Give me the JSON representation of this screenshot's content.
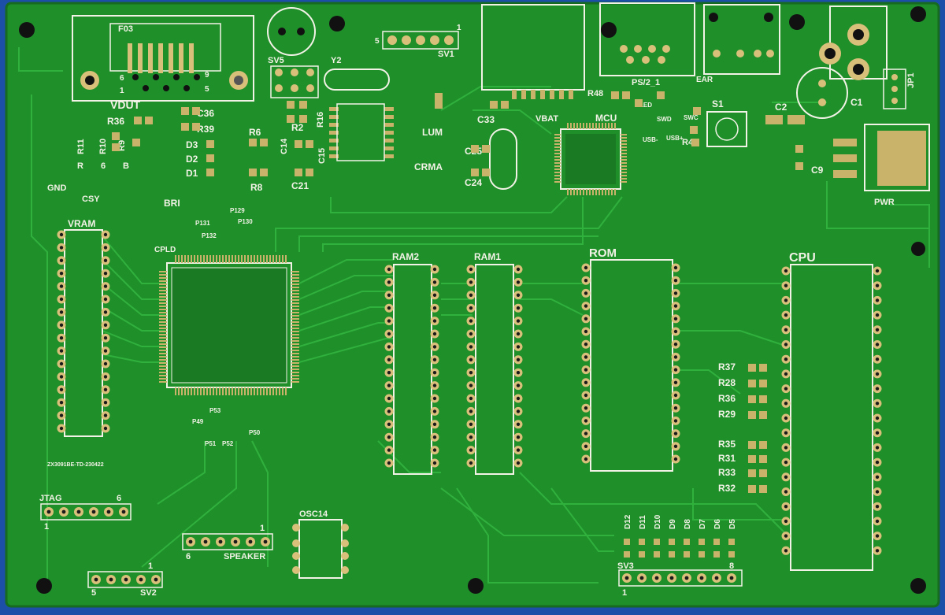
{
  "colors": {
    "background": "#1c4fa8",
    "board": "#1f8f2a",
    "board_dark": "#177222",
    "copper": "#2db33a",
    "silk": "#f2f2e6",
    "pad": "#d9c07a",
    "hole": "#1a1a1a",
    "smd": "#c9b26a"
  },
  "labels": {
    "vdout": "VDUT",
    "f03": "F03",
    "sv5": "SV5",
    "y2": "Y2",
    "sv1": "SV1",
    "sv1_pin5": "5",
    "sv1_pin1": "1",
    "ps2": "PS/2_1",
    "ear": "EAR",
    "r48": "R48",
    "vbat": "VBAT",
    "mcu": "MCU",
    "c33": "C33",
    "c25": "C25",
    "c24": "C24",
    "s1": "S1",
    "c2": "C2",
    "c1": "C1",
    "jp1": "JP1",
    "r47": "R47",
    "c9": "C9",
    "pwr": "PWR",
    "led": "LED",
    "swd": "SWD",
    "swc": "SWC",
    "usb_minus": "USB-",
    "usb_plus": "USB+",
    "r36_top": "R36",
    "c36": "C36",
    "r39": "R39",
    "r11": "R11",
    "r10": "R10",
    "r9": "R9",
    "r_lbl": "R",
    "six_lbl": "6",
    "b_lbl": "B",
    "gnd": "GND",
    "csy": "CSY",
    "bri": "BRI",
    "d3": "D3",
    "d2": "D2",
    "d1": "D1",
    "r6": "R6",
    "r8": "R8",
    "r2": "R2",
    "c14": "C14",
    "c15": "C15",
    "c21": "C21",
    "r16": "R16",
    "lum": "LUM",
    "crma": "CRMA",
    "vram": "VRAM",
    "cpld": "CPLD",
    "p129": "P129",
    "p130": "P130",
    "p131": "P131",
    "p132": "P132",
    "p53": "P53",
    "p49": "P49",
    "p50": "P50",
    "p51": "P51",
    "p52": "P52",
    "ram2": "RAM2",
    "ram1": "RAM1",
    "rom": "ROM",
    "cpu": "CPU",
    "r37": "R37",
    "r28": "R28",
    "r36": "R36",
    "r29": "R29",
    "r35": "R35",
    "r31": "R31",
    "r33": "R33",
    "r32": "R32",
    "jtag": "JTAG",
    "jtag_pin6": "6",
    "jtag_pin1": "1",
    "speaker": "SPEAKER",
    "speaker_pin6": "6",
    "speaker_pin1": "1",
    "osc14": "OSC14",
    "sv2": "SV2",
    "sv2_pin5": "5",
    "sv2_pin1": "1",
    "sv3": "SV3",
    "sv3_pin1": "1",
    "sv3_pin8": "8",
    "board_id": "ZX3091BE-TD-230422",
    "d_leds": [
      "D12",
      "D11",
      "D10",
      "D9",
      "D8",
      "D7",
      "D6",
      "D5"
    ],
    "vdout_pin6": "6",
    "vdout_pin9": "9",
    "vdout_pin1": "1",
    "vdout_pin5": "5"
  },
  "icons": {
    "mounting_hole": "mounting-hole-icon"
  }
}
